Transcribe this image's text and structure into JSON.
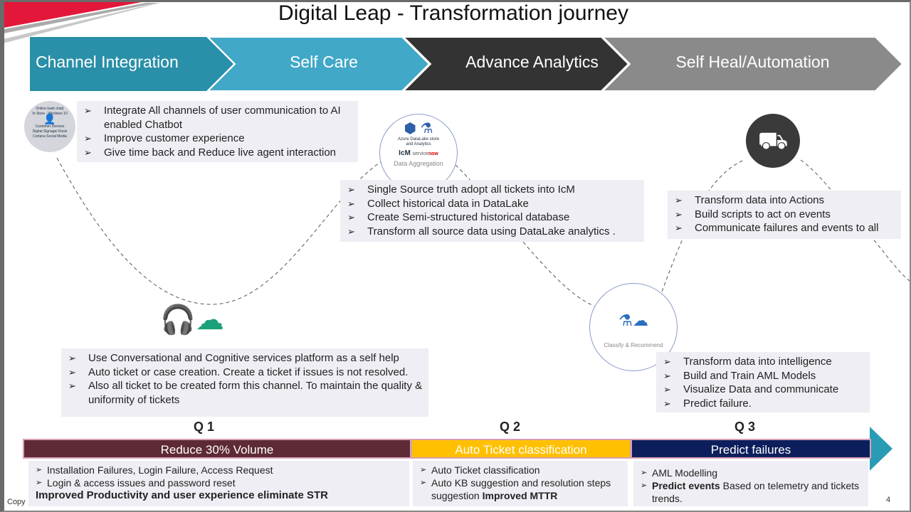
{
  "title": "Digital Leap - Transformation journey",
  "stages": [
    "Channel Integration",
    "Self Care",
    "Advance Analytics",
    "Self Heal/Automation"
  ],
  "colors": {
    "stage1": "#2a8fa8",
    "stage2": "#41a8c8",
    "stage3": "#333333",
    "stage4": "#8a8a8a",
    "q1": "#5e2a35",
    "q2": "#ffc000",
    "q3": "#0c1f5c",
    "arrow": "#2a9bb5"
  },
  "channel_box": [
    "Integrate All channels of user communication to AI enabled Chatbot",
    "Improve customer experience",
    "Give time back and Reduce live agent interaction"
  ],
  "channel_icon": {
    "labels": [
      "Online (web chat)",
      "In Store",
      "Windows 10",
      "Digital Signage/ Kiosk",
      "Customer",
      "Devices",
      "Cortana",
      "Social Media"
    ]
  },
  "data_icon": {
    "label": "Azure DataLake store and Analytics",
    "icm": "IcM",
    "servicenow_a": "service",
    "servicenow_b": "now",
    "caption": "Data Aggregation"
  },
  "data_box": [
    "Single Source truth adopt all tickets into IcM",
    "Collect historical data in DataLake",
    "Create Semi-structured historical database",
    "Transform all source data using DataLake analytics ."
  ],
  "selfheal_box": [
    "Transform data into Actions",
    "Build scripts to act on events",
    "Communicate failures and events to all"
  ],
  "classify_icon": {
    "caption": "Classify & Recommend"
  },
  "analytics_box": [
    "Transform data into intelligence",
    "Build and Train AML Models",
    "Visualize Data and communicate",
    "Predict failure."
  ],
  "selfcare_box": [
    "Use Conversational and Cognitive services platform as a self help",
    "Auto ticket or case creation. Create a ticket if issues is not resolved.",
    "Also all ticket to be created form this channel. To maintain the quality & uniformity of tickets"
  ],
  "quarters": [
    {
      "q": "Q 1",
      "goal": "Reduce 30% Volume",
      "items": [
        "Installation Failures, Login Failure, Access Request",
        "Login & access issues  and password reset"
      ],
      "outcome": "Improved Productivity and user experience eliminate STR"
    },
    {
      "q": "Q 2",
      "goal": "Auto Ticket classification",
      "items": [
        "Auto Ticket classification",
        "Auto KB suggestion and resolution steps suggestion"
      ],
      "outcome": "Improved MTTR"
    },
    {
      "q": "Q 3",
      "goal": "Predict failures",
      "items": [
        "AML Modelling",
        "Based on telemetry and tickets trends."
      ],
      "bold": "Predict events"
    }
  ],
  "footer": {
    "copyright": "Copy",
    "page": "4"
  }
}
